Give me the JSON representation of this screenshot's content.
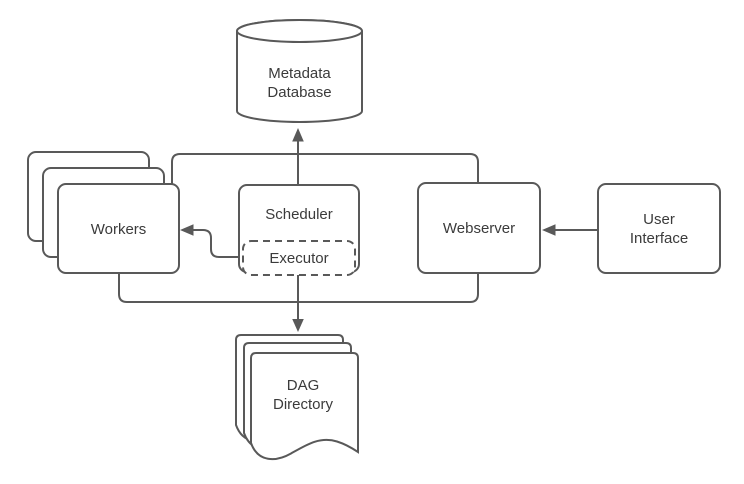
{
  "diagram": {
    "background": "#ffffff",
    "colors": {
      "line": "#595959",
      "text": "#3b3b3b",
      "node_fill": "#ffffff"
    },
    "nodes": {
      "metadata_database": {
        "shape": "cylinder",
        "lines": [
          "Metadata",
          "Database"
        ]
      },
      "workers": {
        "shape": "stacked-rectangles",
        "label": "Workers"
      },
      "scheduler": {
        "shape": "rectangle",
        "label": "Scheduler"
      },
      "executor": {
        "shape": "dashed-rectangle",
        "label": "Executor"
      },
      "webserver": {
        "shape": "rectangle",
        "label": "Webserver"
      },
      "user_interface": {
        "shape": "rectangle",
        "lines": [
          "User",
          "Interface"
        ]
      },
      "dag_directory": {
        "shape": "stacked-documents",
        "lines": [
          "DAG",
          "Directory"
        ]
      }
    },
    "edges": [
      {
        "from": "scheduler",
        "to": "metadata_database",
        "arrow": true
      },
      {
        "from": "workers",
        "to": "metadata_database",
        "via": "top-bus",
        "arrow": false
      },
      {
        "from": "webserver",
        "to": "metadata_database",
        "via": "top-bus",
        "arrow": false
      },
      {
        "from": "executor",
        "to": "workers",
        "arrow": true
      },
      {
        "from": "user_interface",
        "to": "webserver",
        "arrow": true
      },
      {
        "from": "scheduler",
        "to": "dag_directory",
        "arrow": true
      },
      {
        "from": "workers",
        "to": "dag_directory",
        "via": "bottom-bus",
        "arrow": false
      },
      {
        "from": "webserver",
        "to": "dag_directory",
        "via": "bottom-bus",
        "arrow": false
      }
    ]
  }
}
